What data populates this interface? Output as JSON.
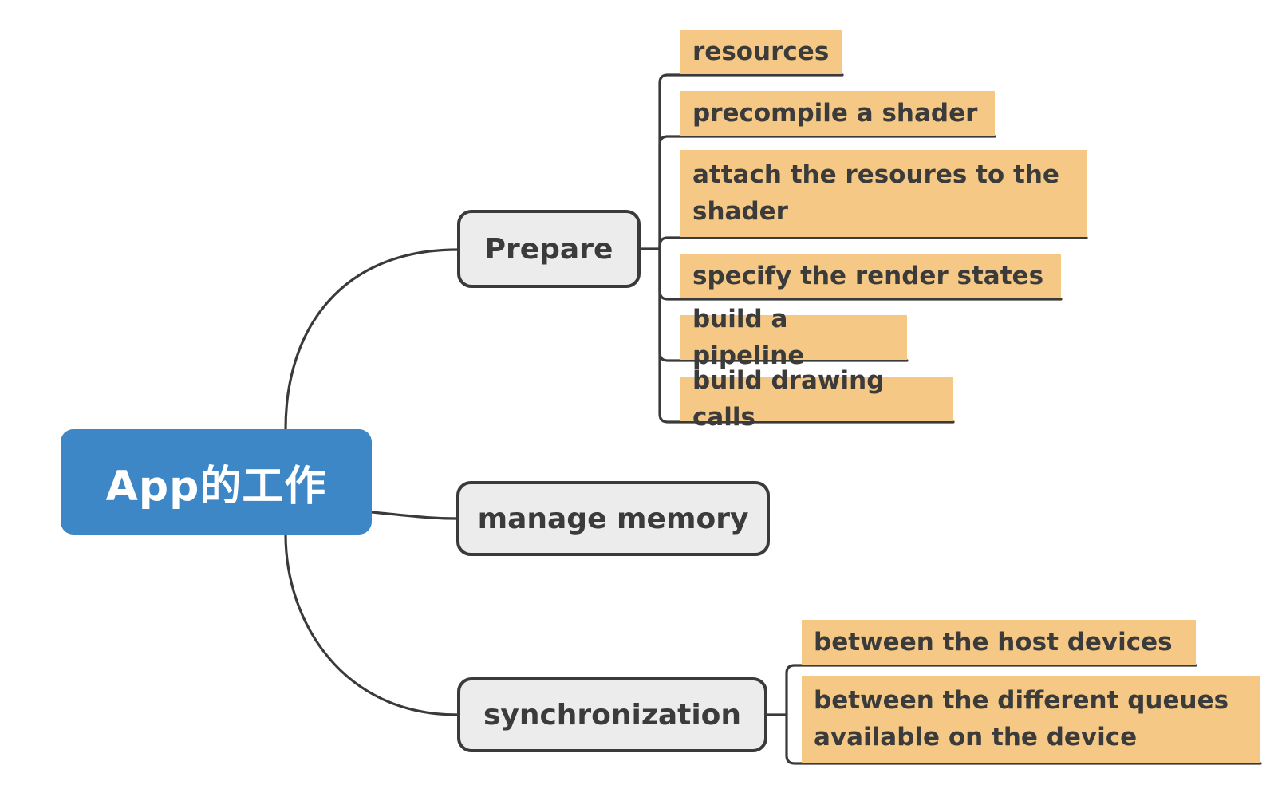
{
  "mindmap": {
    "root": {
      "label": "App的工作"
    },
    "branches": [
      {
        "label": "Prepare",
        "children": [
          {
            "label": "resources"
          },
          {
            "label": "precompile a shader"
          },
          {
            "label": "attach the resoures to the shader"
          },
          {
            "label": "specify the render states"
          },
          {
            "label": "build a pipeline"
          },
          {
            "label": "build drawing calls"
          }
        ]
      },
      {
        "label": "manage memory",
        "children": []
      },
      {
        "label": "synchronization",
        "children": [
          {
            "label": "between the host devices"
          },
          {
            "label": "between the different queues available on the device"
          }
        ]
      }
    ]
  },
  "colors": {
    "root_fill": "#3E87C6",
    "root_text": "#FFFFFF",
    "topic_fill": "#ECECEC",
    "topic_border": "#3A3A3A",
    "subtopic_fill": "#F5C985",
    "text_dark": "#3B3B3B",
    "line": "#3A3A3A",
    "background": "#FFFFFF"
  }
}
